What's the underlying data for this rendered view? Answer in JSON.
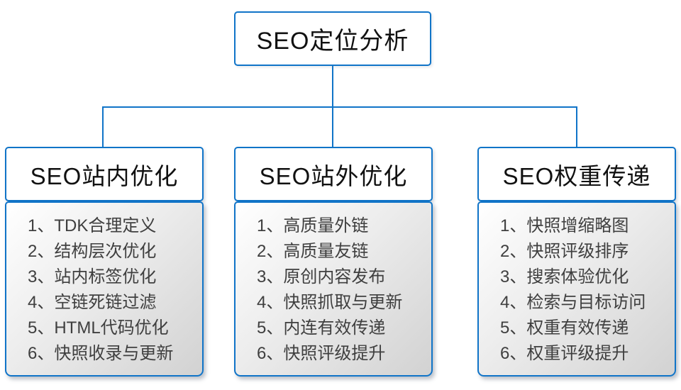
{
  "diagram": {
    "root": {
      "title": "SEO定位分析"
    },
    "columns": [
      {
        "title": "SEO站内优化",
        "items": [
          "1、TDK合理定义",
          "2、结构层次优化",
          "3、站内标签优化",
          "4、空链死链过滤",
          "5、HTML代码优化",
          "6、快照收录与更新"
        ]
      },
      {
        "title": "SEO站外优化",
        "items": [
          "1、高质量外链",
          "2、高质量友链",
          "3、原创内容发布",
          "4、快照抓取与更新",
          "5、内连有效传递",
          "6、快照评级提升"
        ]
      },
      {
        "title": "SEO权重传递",
        "items": [
          "1、快照增缩略图",
          "2、快照评级排序",
          "3、搜索体验优化",
          "4、检索与目标访问",
          "5、权重有效传递",
          "6、权重评级提升"
        ]
      }
    ],
    "colors": {
      "accent_blue": "#1074c8",
      "list_text": "#3f3f3f",
      "header_text": "#111111",
      "list_gradient_top": "#ffffff",
      "list_gradient_bottom": "#d2d2d2"
    }
  }
}
